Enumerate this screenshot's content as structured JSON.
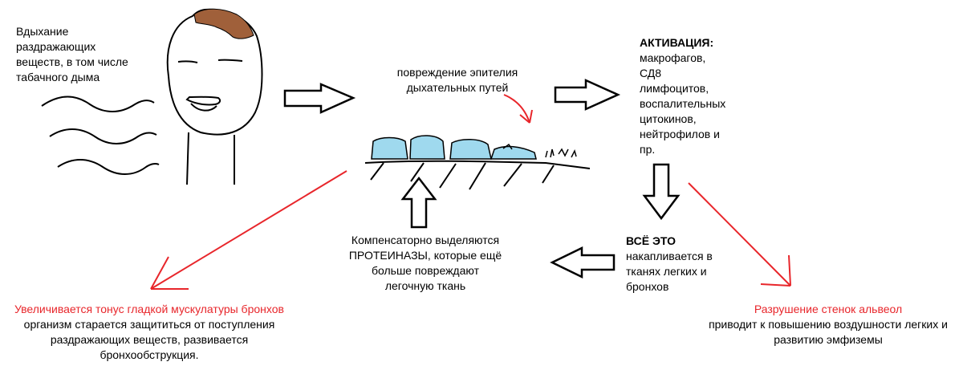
{
  "inhalation": {
    "lines": [
      "Вдыхание",
      "раздражающих",
      "веществ, в том числе",
      "табачного дыма"
    ]
  },
  "epithelium_damage": {
    "lines": [
      "повреждение эпителия",
      "дыхательных путей"
    ]
  },
  "activation": {
    "heading": "АКТИВАЦИЯ:",
    "lines": [
      "макрофагов,",
      "СД8",
      "лимфоцитов,",
      "воспалительных",
      "цитокинов,",
      "нейтрофилов и",
      "пр."
    ]
  },
  "proteinases": {
    "lines": [
      "Компенсаторно выделяются",
      "ПРОТЕИНАЗЫ, которые ещё",
      "больше повреждают",
      "легочную ткань"
    ]
  },
  "accumulation": {
    "heading": "ВСЁ ЭТО",
    "lines": [
      "накапливается в",
      "тканях легких и",
      "бронхов"
    ]
  },
  "bronchial_tone": {
    "title": "Увеличивается тонус гладкой мускулатуры бронхов",
    "lines": [
      "организм старается защититься от поступления",
      "раздражающих веществ, развивается",
      "бронхообструкция."
    ]
  },
  "alveoli_destruction": {
    "title": "Разрушение стенок альвеол",
    "lines": [
      "приводит к повышению воздушности легких и",
      "развитию эмфиземы"
    ]
  },
  "colors": {
    "red": "#e8262b",
    "hair": "#a0603a",
    "cells": "#9fd9ee",
    "ink": "#000000"
  }
}
